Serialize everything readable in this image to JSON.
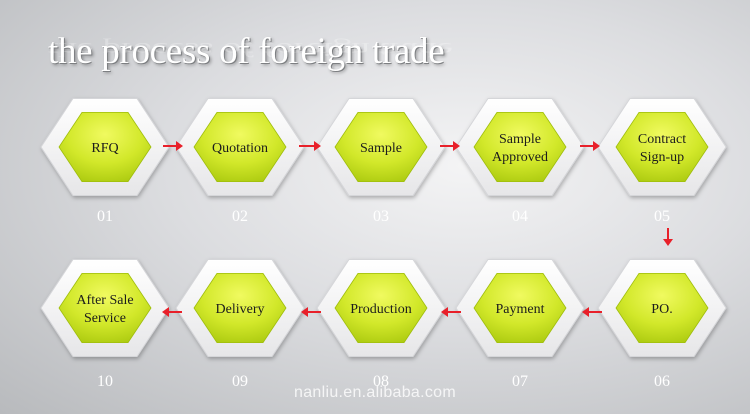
{
  "title": "the process of foreign trade",
  "colors": {
    "hex_inner": "#c2dc13",
    "hex_inner_light": "#f0fa60",
    "hex_outer": "#f6f6f6",
    "arrow": "#e8202a"
  },
  "steps": [
    {
      "number": "01",
      "label": [
        "RFQ"
      ]
    },
    {
      "number": "02",
      "label": [
        "Quotation"
      ]
    },
    {
      "number": "03",
      "label": [
        "Sample"
      ]
    },
    {
      "number": "04",
      "label": [
        "Sample",
        "Approved"
      ]
    },
    {
      "number": "05",
      "label": [
        "Contract",
        "Sign-up"
      ]
    },
    {
      "number": "06",
      "label": [
        "PO."
      ]
    },
    {
      "number": "07",
      "label": [
        "Payment"
      ]
    },
    {
      "number": "08",
      "label": [
        "Production"
      ]
    },
    {
      "number": "09",
      "label": [
        "Delivery"
      ]
    },
    {
      "number": "10",
      "label": [
        "After Sale",
        "Service"
      ]
    }
  ],
  "watermark": "nanliu.en.alibaba.com"
}
